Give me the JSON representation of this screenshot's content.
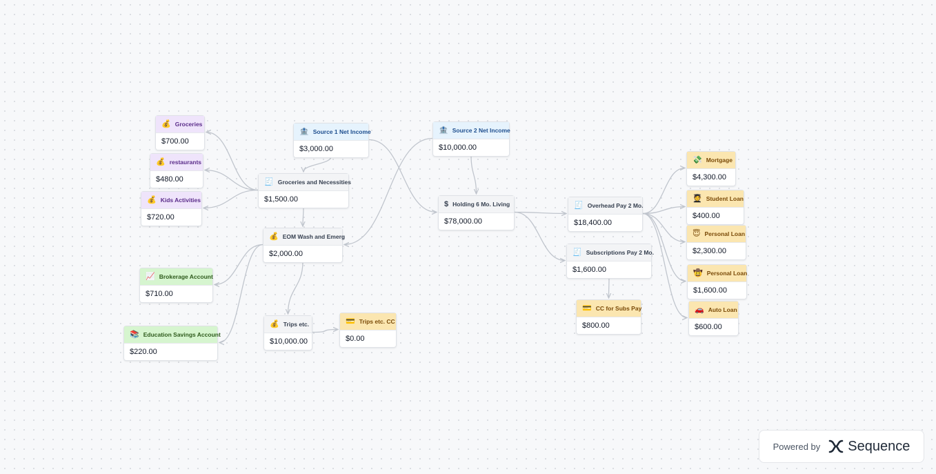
{
  "nodes": [
    {
      "id": "groceries",
      "title": "Groceries",
      "amount": "$700.00",
      "theme": "purple",
      "icon": "money-bag-icon",
      "glyph": "💰"
    },
    {
      "id": "restaurants",
      "title": "restaurants",
      "amount": "$480.00",
      "theme": "purple",
      "icon": "money-bag-icon",
      "glyph": "💰"
    },
    {
      "id": "kids",
      "title": "Kids Activities",
      "amount": "$720.00",
      "theme": "purple",
      "icon": "money-bag-icon",
      "glyph": "💰"
    },
    {
      "id": "src1",
      "title": "Source 1 Net Income",
      "amount": "$3,000.00",
      "theme": "blue",
      "icon": "bank-icon",
      "glyph": "🏦"
    },
    {
      "id": "src2",
      "title": "Source 2 Net Income",
      "amount": "$10,000.00",
      "theme": "blue",
      "icon": "bank-icon",
      "glyph": "🏦"
    },
    {
      "id": "gronec",
      "title": "Groceries and Necessities",
      "amount": "$1,500.00",
      "theme": "gray",
      "icon": "receipt-icon",
      "glyph": "🧾"
    },
    {
      "id": "eom",
      "title": "EOM Wash and Emerg",
      "amount": "$2,000.00",
      "theme": "gray",
      "icon": "money-bag-icon",
      "glyph": "💰"
    },
    {
      "id": "holding",
      "title": "Holding 6 Mo. Living",
      "amount": "$78,000.00",
      "theme": "gray",
      "icon": "dollar-icon",
      "glyph": "$"
    },
    {
      "id": "overhead",
      "title": "Overhead Pay 2 Mo.",
      "amount": "$18,400.00",
      "theme": "gray",
      "icon": "receipt-icon",
      "glyph": "🧾"
    },
    {
      "id": "subs",
      "title": "Subscriptions Pay 2 Mo.",
      "amount": "$1,600.00",
      "theme": "gray",
      "icon": "receipt-icon",
      "glyph": "🧾"
    },
    {
      "id": "brokerage",
      "title": "Brokerage Account",
      "amount": "$710.00",
      "theme": "green",
      "icon": "chart-up-icon",
      "glyph": "📈"
    },
    {
      "id": "education",
      "title": "Education Savings Account",
      "amount": "$220.00",
      "theme": "green",
      "icon": "books-icon",
      "glyph": "📚"
    },
    {
      "id": "trips",
      "title": "Trips etc.",
      "amount": "$10,000.00",
      "theme": "gray",
      "icon": "money-bag-icon",
      "glyph": "💰"
    },
    {
      "id": "tripscc",
      "title": "Trips etc. CC",
      "amount": "$0.00",
      "theme": "yellow",
      "icon": "credit-card-icon",
      "glyph": "💳"
    },
    {
      "id": "ccsubs",
      "title": "CC for Subs Pay",
      "amount": "$800.00",
      "theme": "yellow",
      "icon": "credit-card-icon",
      "glyph": "💳"
    },
    {
      "id": "mortgage",
      "title": "Mortgage",
      "amount": "$4,300.00",
      "theme": "yellow",
      "icon": "money-wings-icon",
      "glyph": "💸"
    },
    {
      "id": "student",
      "title": "Student Loan",
      "amount": "$400.00",
      "theme": "yellow",
      "icon": "student-icon",
      "glyph": "🧑‍🎓"
    },
    {
      "id": "personal1",
      "title": "Personal Loan",
      "amount": "$2,300.00",
      "theme": "yellow",
      "icon": "face-icon",
      "glyph": "😇"
    },
    {
      "id": "personal2",
      "title": "Personal Loan",
      "amount": "$1,600.00",
      "theme": "yellow",
      "icon": "face-icon",
      "glyph": "🤠"
    },
    {
      "id": "auto",
      "title": "Auto Loan",
      "amount": "$600.00",
      "theme": "yellow",
      "icon": "car-icon",
      "glyph": "🚗"
    }
  ],
  "edges": [
    [
      "src1",
      "gronec"
    ],
    [
      "src1",
      "holding"
    ],
    [
      "src2",
      "holding"
    ],
    [
      "src2",
      "eom"
    ],
    [
      "gronec",
      "groceries"
    ],
    [
      "gronec",
      "restaurants"
    ],
    [
      "gronec",
      "kids"
    ],
    [
      "gronec",
      "eom"
    ],
    [
      "eom",
      "brokerage"
    ],
    [
      "eom",
      "education"
    ],
    [
      "eom",
      "trips"
    ],
    [
      "trips",
      "tripscc"
    ],
    [
      "holding",
      "overhead"
    ],
    [
      "holding",
      "subs"
    ],
    [
      "subs",
      "ccsubs"
    ],
    [
      "overhead",
      "mortgage"
    ],
    [
      "overhead",
      "student"
    ],
    [
      "overhead",
      "personal1"
    ],
    [
      "overhead",
      "personal2"
    ],
    [
      "overhead",
      "auto"
    ]
  ],
  "footer": {
    "powered_label": "Powered by",
    "brand_name": "Sequence"
  },
  "colors": {
    "edge": "#c0c5cd",
    "canvas": "#f7f8fa"
  }
}
